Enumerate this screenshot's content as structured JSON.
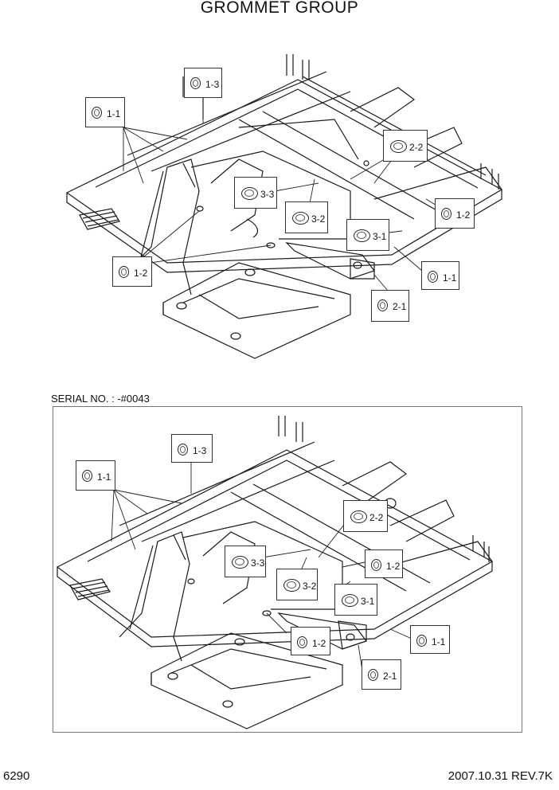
{
  "page": {
    "title": "GROMMET GROUP",
    "serial_label": "SERIAL NO. : -#0043",
    "page_number": "6290",
    "revision": "2007.10.31  REV.7K"
  },
  "diagram_top": {
    "callouts": [
      "1-1",
      "1-3",
      "2-2",
      "3-3",
      "3-2",
      "1-2",
      "3-1",
      "1-2",
      "1-1",
      "2-1"
    ]
  },
  "diagram_bottom": {
    "callouts": [
      "1-3",
      "1-1",
      "2-2",
      "3-3",
      "1-2",
      "3-2",
      "3-1",
      "1-2",
      "1-1",
      "2-1"
    ]
  }
}
